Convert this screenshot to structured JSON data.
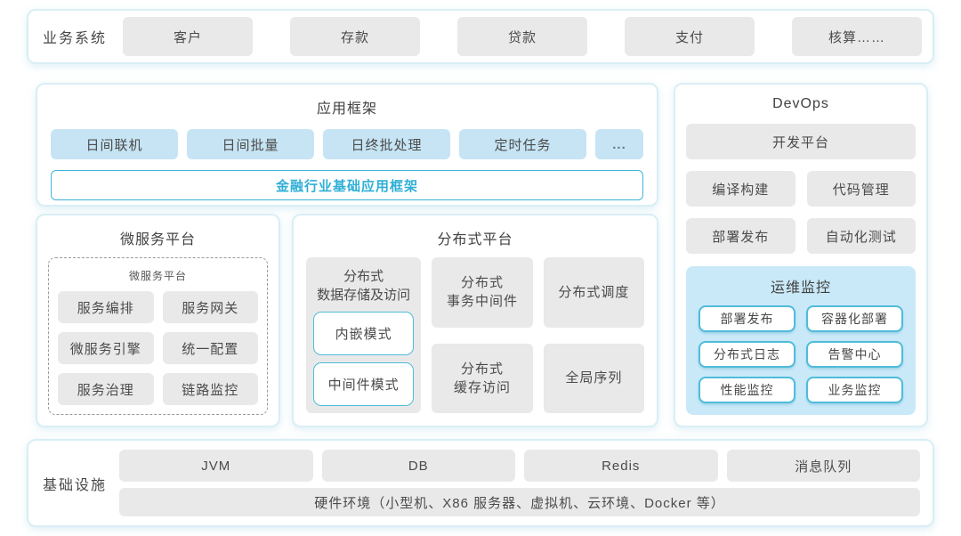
{
  "colors": {
    "section_border": "#d9eef5",
    "chip_gray": "#e9e9ea",
    "chip_blue": "#c6e4f4",
    "teal_border": "#3eb4d8",
    "teal_text": "#2fafd6",
    "panel_blue": "#c9e9f8",
    "mon_chip_border": "#4fbcd9",
    "text_dark": "#4b4b4b"
  },
  "business_systems": {
    "label": "业务系统",
    "items": [
      "客户",
      "存款",
      "贷款",
      "支付",
      "核算……"
    ]
  },
  "app_framework": {
    "title": "应用框架",
    "items": [
      "日间联机",
      "日间批量",
      "日终批处理",
      "定时任务",
      "..."
    ],
    "base_framework": "金融行业基础应用框架"
  },
  "devops": {
    "title": "DevOps",
    "dev_platform": "开发平台",
    "items": [
      "编译构建",
      "代码管理",
      "部署发布",
      "自动化测试"
    ],
    "monitoring": {
      "title": "运维监控",
      "items": [
        "部署发布",
        "容器化部署",
        "分布式日志",
        "告警中心",
        "性能监控",
        "业务监控"
      ]
    }
  },
  "microservices": {
    "title": "微服务平台",
    "inner_title": "微服务平台",
    "items": [
      "服务编排",
      "服务网关",
      "微服务引擎",
      "统一配置",
      "服务治理",
      "链路监控"
    ]
  },
  "distributed": {
    "title": "分布式平台",
    "storage_title": "分布式\n数据存储及访问",
    "storage_modes": [
      "内嵌模式",
      "中间件模式"
    ],
    "cells": [
      "分布式\n事务中间件",
      "分布式调度",
      "分布式\n缓存访问",
      "全局序列"
    ]
  },
  "infrastructure": {
    "label": "基础设施",
    "items": [
      "JVM",
      "DB",
      "Redis",
      "消息队列"
    ],
    "hardware": "硬件环境（小型机、X86 服务器、虚拟机、云环境、Docker 等）"
  }
}
